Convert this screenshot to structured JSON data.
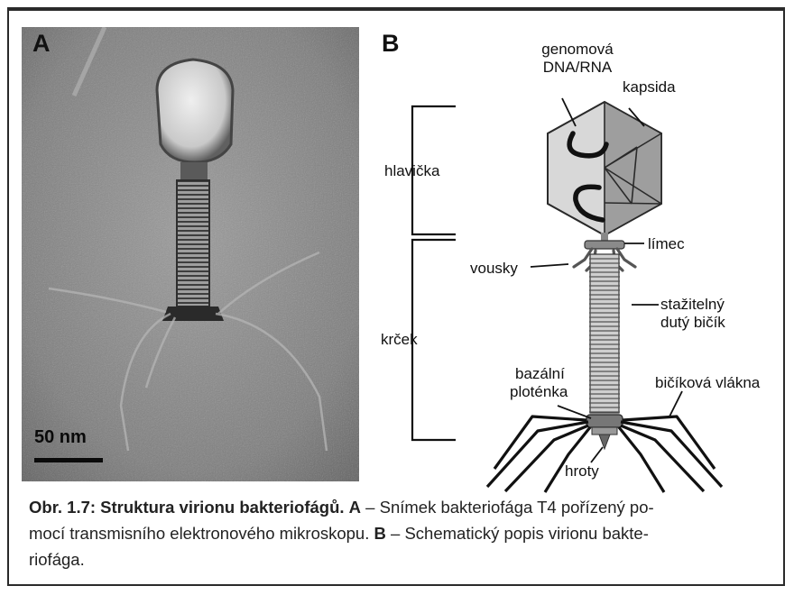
{
  "panel_a": {
    "letter": "A",
    "scalebar_label": "50 nm"
  },
  "panel_b": {
    "letter": "B",
    "labels": {
      "genome_line1": "genomová",
      "genome_line2": "DNA/RNA",
      "capsid": "kapsida",
      "head": "hlavička",
      "collar": "límec",
      "whiskers": "vousky",
      "sheath_line1": "stažitelný",
      "sheath_line2": "dutý bičík",
      "neck": "krček",
      "baseplate_line1": "bazální",
      "baseplate_line2": "ploténka",
      "tail_fibers": "bičíková vlákna",
      "spikes": "hroty"
    },
    "colors": {
      "capsid_light": "#d4d4d4",
      "capsid_dark": "#9c9c9c",
      "genome": "#111111",
      "sheath": "#c8c8c8",
      "collar": "#888888"
    }
  },
  "caption": {
    "figure_label": "Obr. 1.7: Struktura virionu bakteriofágů.",
    "a_letter": "A",
    "a_text": " – Snímek bakteriofága T4 pořízený po-",
    "line2_text": "mocí transmisního elektronového mikroskopu. ",
    "b_letter": "B",
    "b_text": " – Schematický popis virionu bakte-",
    "line3_text": "riofága."
  }
}
